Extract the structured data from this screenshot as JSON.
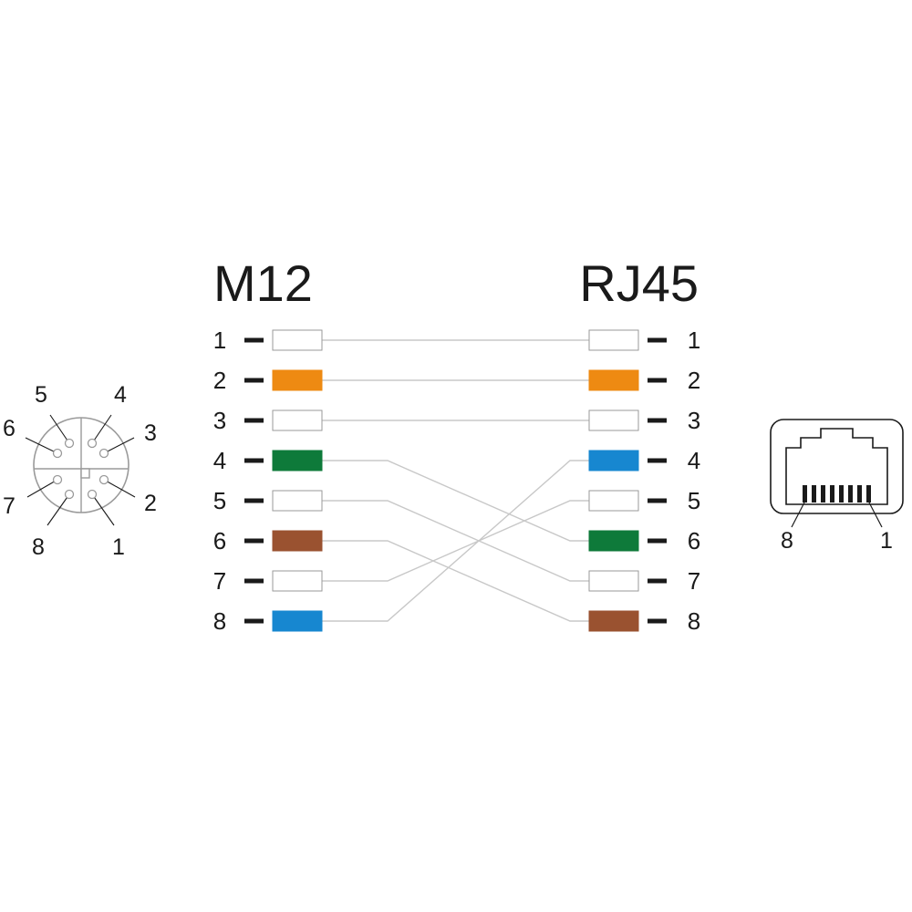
{
  "m12": {
    "title": "M12",
    "pins": [
      {
        "num": "1",
        "color": "#ffffff"
      },
      {
        "num": "2",
        "color": "#ee8a12"
      },
      {
        "num": "3",
        "color": "#ffffff"
      },
      {
        "num": "4",
        "color": "#0e7a3a"
      },
      {
        "num": "5",
        "color": "#ffffff"
      },
      {
        "num": "6",
        "color": "#9a5230"
      },
      {
        "num": "7",
        "color": "#ffffff"
      },
      {
        "num": "8",
        "color": "#1787d0"
      }
    ],
    "face_labels": [
      "1",
      "2",
      "3",
      "4",
      "5",
      "6",
      "7",
      "8"
    ]
  },
  "rj45": {
    "title": "RJ45",
    "pins": [
      {
        "num": "1",
        "color": "#ffffff"
      },
      {
        "num": "2",
        "color": "#ee8a12"
      },
      {
        "num": "3",
        "color": "#ffffff"
      },
      {
        "num": "4",
        "color": "#1787d0"
      },
      {
        "num": "5",
        "color": "#ffffff"
      },
      {
        "num": "6",
        "color": "#0e7a3a"
      },
      {
        "num": "7",
        "color": "#ffffff"
      },
      {
        "num": "8",
        "color": "#9a5230"
      }
    ],
    "face_labels": {
      "left": "8",
      "right": "1"
    }
  },
  "wiring": [
    {
      "from": 1,
      "to": 1
    },
    {
      "from": 2,
      "to": 2
    },
    {
      "from": 3,
      "to": 3
    },
    {
      "from": 4,
      "to": 6
    },
    {
      "from": 5,
      "to": 7
    },
    {
      "from": 6,
      "to": 8
    },
    {
      "from": 7,
      "to": 5
    },
    {
      "from": 8,
      "to": 4
    }
  ],
  "colors": {
    "line": "#1a1a1a",
    "wire": "#c8c8c8",
    "outline": "#9a9a9a"
  },
  "icons": {
    "m12_face": "m12-connector-face-icon",
    "rj45_face": "rj45-connector-face-icon"
  }
}
